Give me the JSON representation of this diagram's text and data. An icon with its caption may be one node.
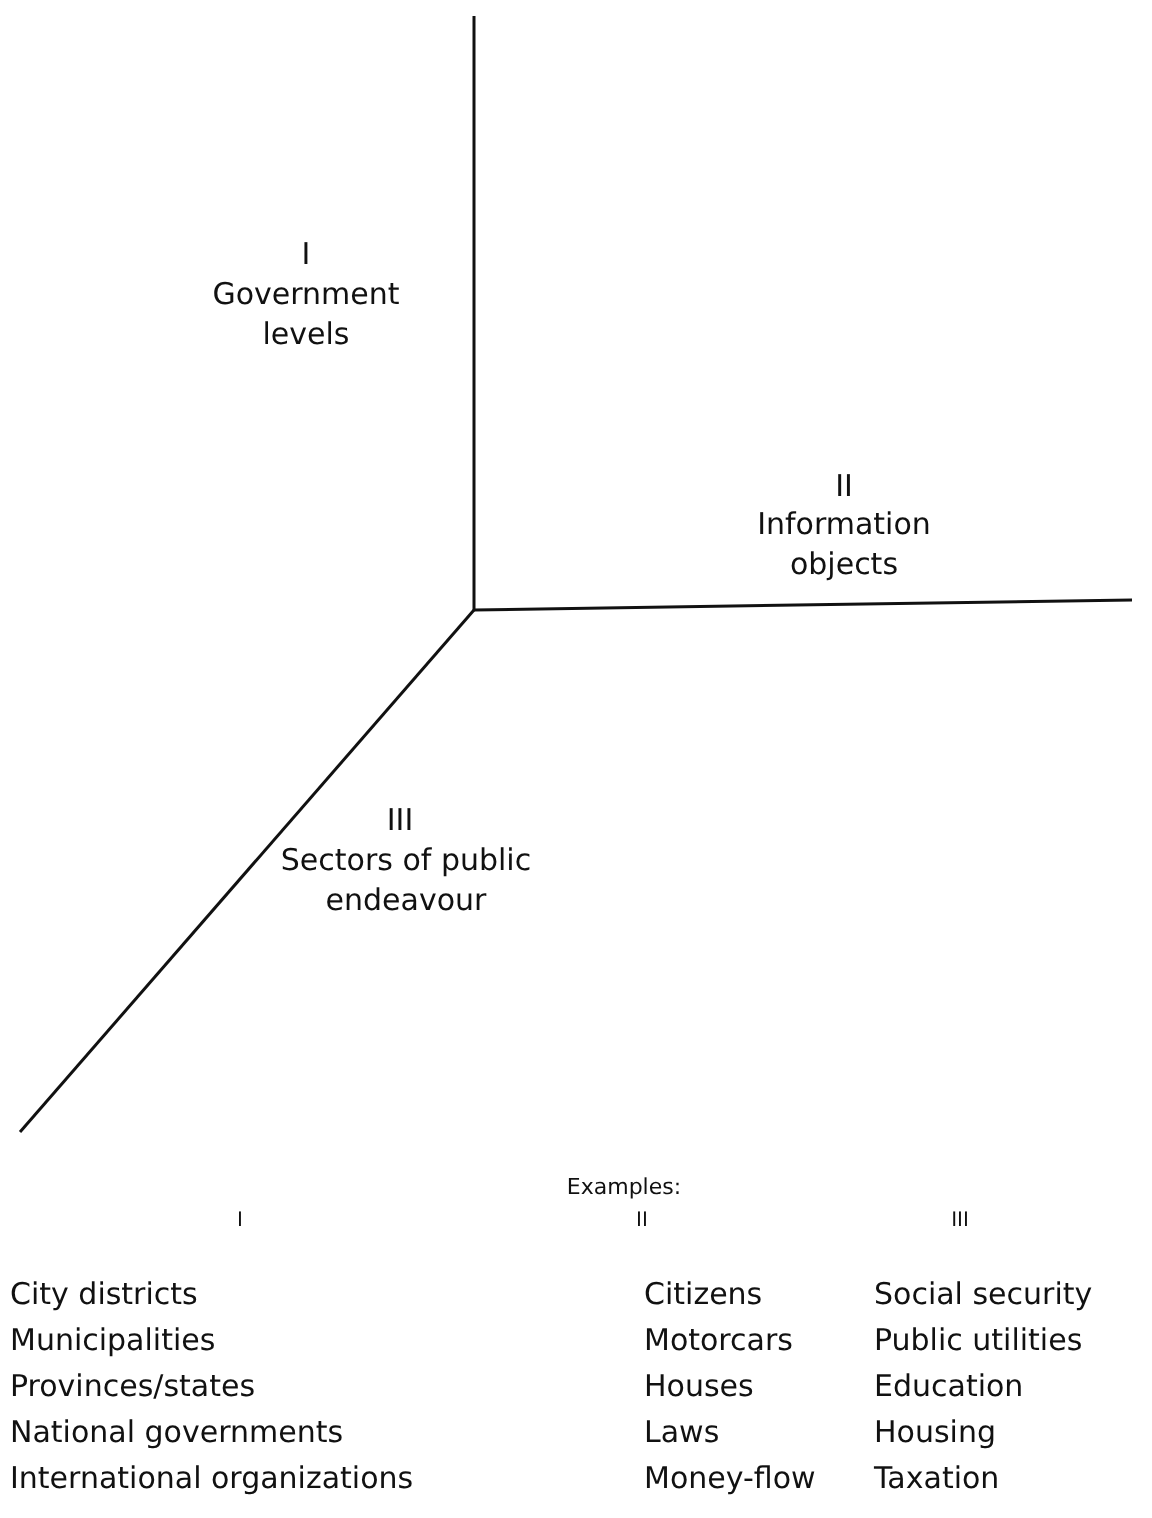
{
  "diagram": {
    "labels": [
      "I",
      "Government levels",
      "II",
      "Information objects",
      "III",
      "Sectors of public endeavour",
      "Examples:",
      "I",
      "II",
      "III",
      "City districts",
      "Citizens",
      "Social security",
      "Municipalities",
      "Motorcars",
      "Public utilities",
      "Provinces/states",
      "Houses",
      "Education",
      "National governments",
      "Laws",
      "Housing",
      "International organizations",
      "Money-flow",
      "Taxation"
    ]
  }
}
